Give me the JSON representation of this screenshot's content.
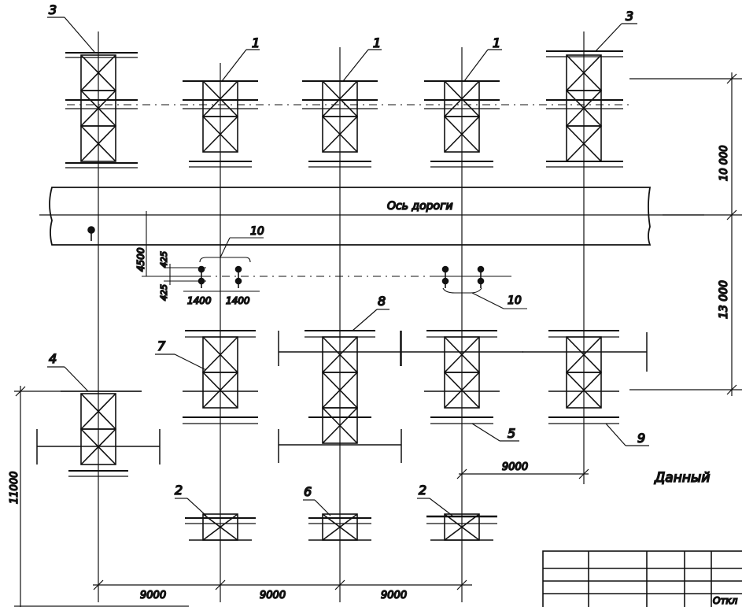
{
  "road": {
    "label": "Ось дороги"
  },
  "dims": {
    "top_band": "10 000",
    "mid_band": "13 000",
    "left_band": "11000",
    "offset_4500": "4500",
    "offset_425a": "425",
    "offset_425b": "425",
    "spacing_1400a": "1400",
    "spacing_1400b": "1400",
    "bottom_spacing": [
      "9000",
      "9000",
      "9000"
    ],
    "right_spacing": "9000"
  },
  "callouts": {
    "c1a": "1",
    "c1b": "1",
    "c1c": "1",
    "c2a": "2",
    "c2b": "2",
    "c3a": "3",
    "c3b": "3",
    "c4": "4",
    "c5": "5",
    "c6": "6",
    "c7": "7",
    "c8": "8",
    "c9": "9",
    "c10a": "10",
    "c10b": "10"
  },
  "note": "Данный",
  "title_block": {
    "partial_text": "Откл"
  }
}
